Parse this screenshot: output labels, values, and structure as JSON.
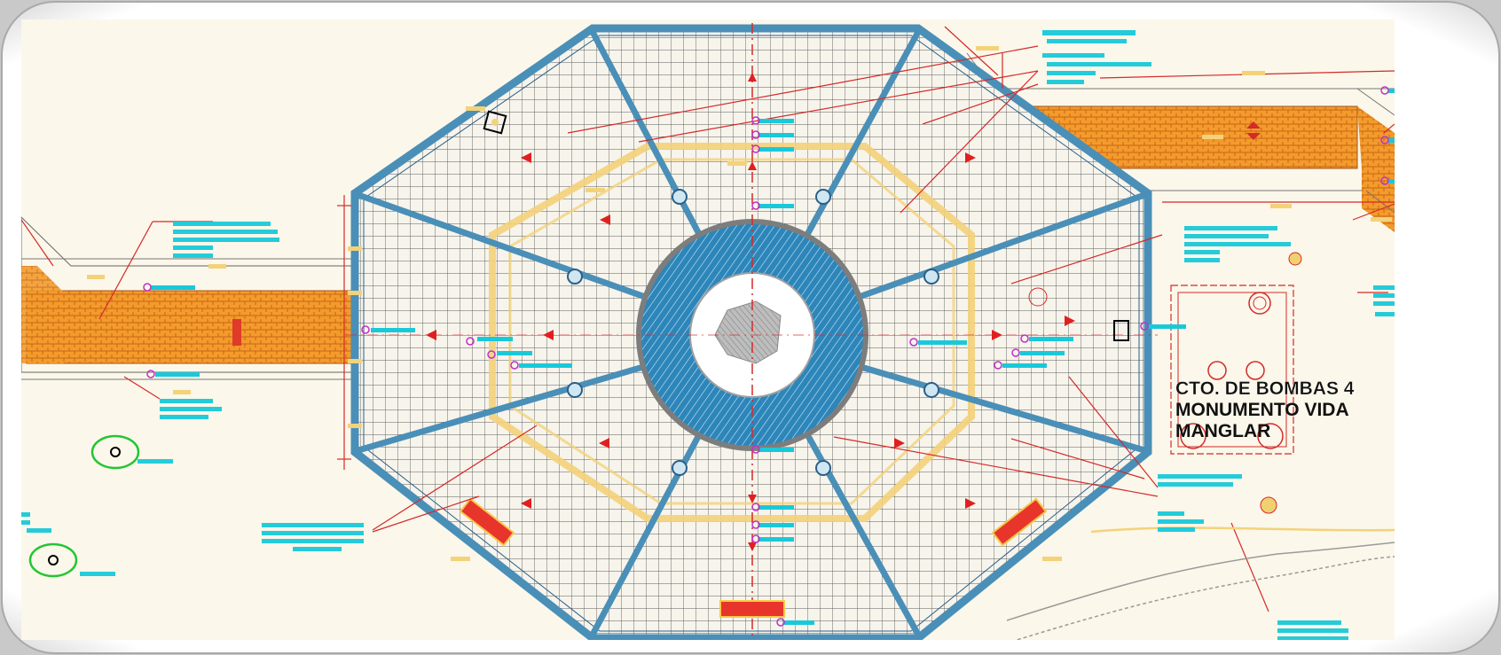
{
  "drawing": {
    "main_label": [
      "CTO. DE BOMBAS 4",
      "MONUMENTO VIDA",
      "MANGLAR"
    ]
  },
  "colors": {
    "paper": "#fbf7ea",
    "frame": "#e9e9e9",
    "pavement_orange": "#f29a2a",
    "octagon_border": "#4a8fb7",
    "water_blue": "#2f86b8",
    "joint_yellow": "#f3d27a",
    "leader_red": "#d42a2a",
    "annotation_cyan": "#19c9d9",
    "annotation_magenta": "#c030c8",
    "tree_green": "#22c534"
  }
}
